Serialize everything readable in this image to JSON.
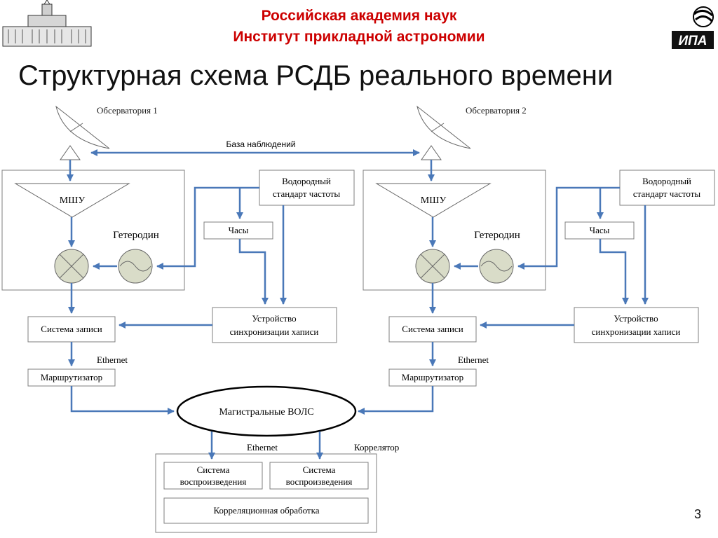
{
  "header": {
    "org_line1": "Российская академия наук",
    "org_line2": "Институт прикладной астрономии",
    "logo_text": "ИПА"
  },
  "title": "Структурная схема РСДБ реального времени",
  "page_number": "3",
  "diagram": {
    "baseline_label": "База наблюдений",
    "stations": [
      {
        "observatory": "Обсерватория 1",
        "lna": "МШУ",
        "heterodyne": "Гетеродин",
        "hydrogen_line1": "Водородный",
        "hydrogen_line2": "стандарт частоты",
        "clock": "Часы",
        "recording": "Система записи",
        "sync_line1": "Устройство",
        "sync_line2": "синхронизации хаписи",
        "ethernet": "Ethernet",
        "router": "Маршрутизатор"
      },
      {
        "observatory": "Обсерватория 2",
        "lna": "МШУ",
        "heterodyne": "Гетеродин",
        "hydrogen_line1": "Водородный",
        "hydrogen_line2": "стандарт частоты",
        "clock": "Часы",
        "recording": "Система записи",
        "sync_line1": "Устройство",
        "sync_line2": "синхронизации хаписи",
        "ethernet": "Ethernet",
        "router": "Маршрутизатор"
      }
    ],
    "backbone": "Магистральные ВОЛС",
    "correlator": {
      "ethernet": "Ethernet",
      "label": "Коррелятор",
      "playback1_line1": "Система",
      "playback1_line2": "воспроизведения",
      "playback2_line1": "Система",
      "playback2_line2": "воспроизведения",
      "processing": "Корреляционная обработка"
    }
  },
  "colors": {
    "header_red": "#cc0000",
    "arrow_blue": "#4a78b8",
    "box_border": "#7f7f7f",
    "mixer_fill": "#d9dcc8"
  }
}
